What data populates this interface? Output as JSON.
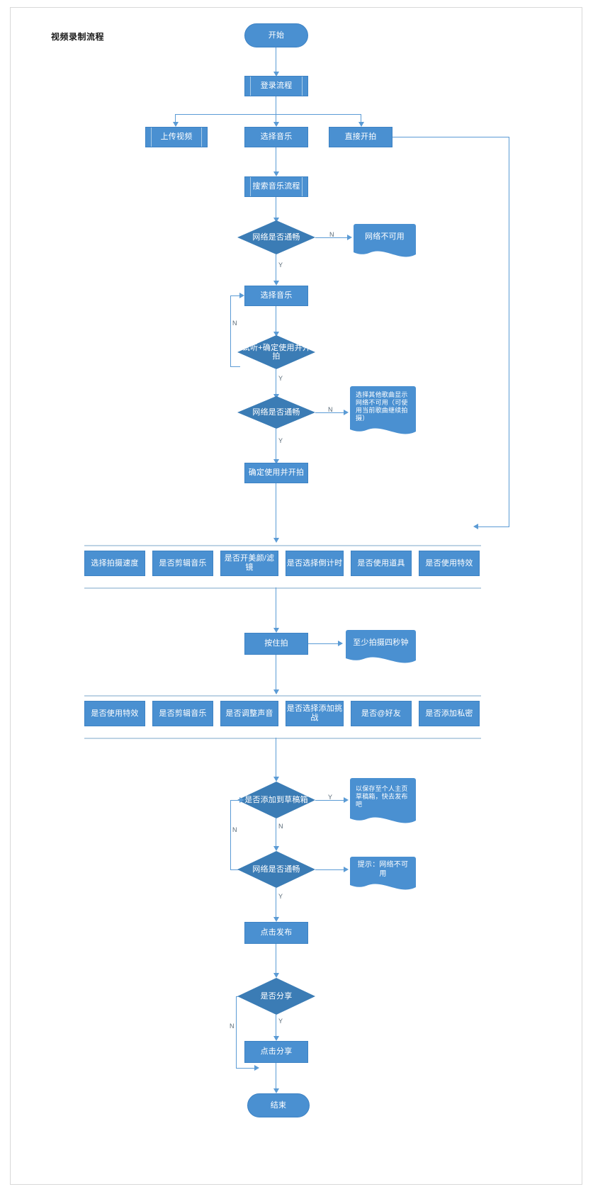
{
  "diagram": {
    "title": "视频录制流程",
    "type": "flowchart",
    "colors": {
      "node_fill": "#4a90d1",
      "decision_fill": "#3b7cb5",
      "connector": "#5b9bd5",
      "separator": "#bdd3e4",
      "text": "#ffffff",
      "label": "#5a6b78",
      "canvas_border": "#d8d8d8"
    },
    "nodes": {
      "start": "开始",
      "login_flow": "登录流程",
      "upload_video": "上传视频",
      "select_music": "选择音乐",
      "shoot_directly": "直接开拍",
      "search_music_flow": "搜索音乐流程",
      "net_ok_1": "网络是否通畅",
      "net_unavailable_1": "网络不可用",
      "choose_music_2": "选择音乐",
      "preview_confirm": "试听+确定使用并开拍",
      "net_ok_2": "网络是否通畅",
      "note_other_song": "选择其他歌曲显示网络不可用（可使用当前歌曲继续拍摄）",
      "confirm_shoot": "确定使用并开拍",
      "hold_to_shoot": "按住拍",
      "note_min_four_sec": "至少拍摄四秒钟",
      "add_to_draft": "是否添加到草稿箱",
      "note_draft_saved": "以保存至个人主页草稿箱，快去发布吧",
      "net_ok_3": "网络是否通畅",
      "note_net_tip": "提示：网络不可用",
      "click_publish": "点击发布",
      "share_q": "是否分享",
      "click_share": "点击分享",
      "end": "结束"
    },
    "option_row_1": [
      "选择拍摄速度",
      "是否剪辑音乐",
      "是否开美颜/滤镜",
      "是否选择倒计时",
      "是否使用道具",
      "是否使用特效"
    ],
    "option_row_2": [
      "是否使用特效",
      "是否剪辑音乐",
      "是否调整声音",
      "是否选择添加挑战",
      "是否@好友",
      "是否添加私密"
    ],
    "edge_labels": {
      "n1": "N",
      "y1": "Y",
      "n2": "N",
      "y2": "Y",
      "n3": "N",
      "y3": "Y",
      "y4": "Y",
      "n4": "N",
      "n5": "N",
      "y5": "Y",
      "n6": "N",
      "y6": "Y"
    }
  }
}
